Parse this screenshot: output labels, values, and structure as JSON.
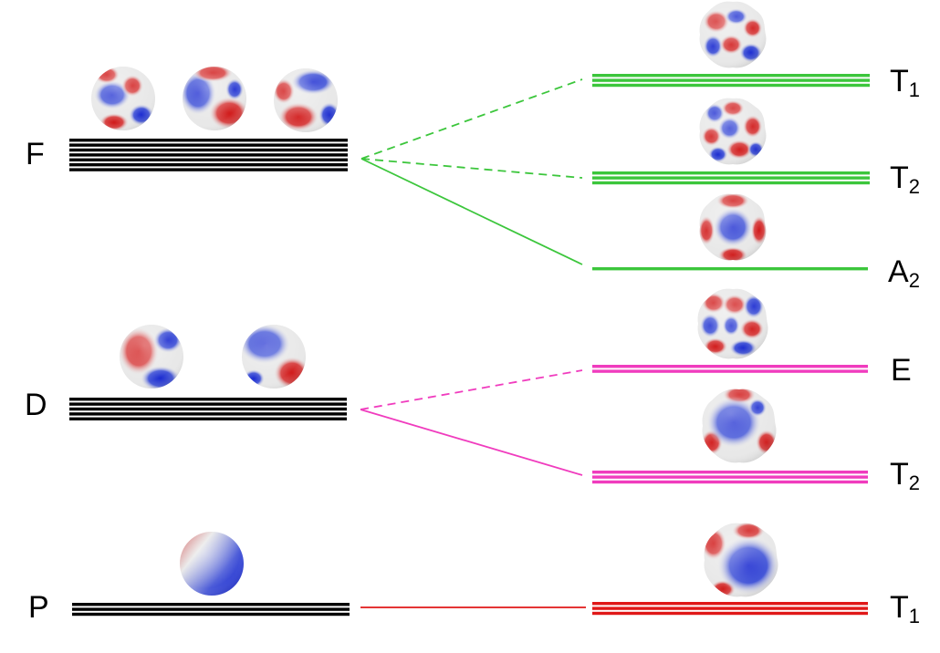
{
  "colors": {
    "levels_left": "#000000",
    "f_split": "#3cc63c",
    "d_split": "#f03cbe",
    "p_split": "#e01818",
    "lobe_pos": "#d01818",
    "lobe_neg": "#1a2ad0",
    "node": "#e8e8e8"
  },
  "left_labels": {
    "f": "F",
    "d": "D",
    "p": "P"
  },
  "right_labels": {
    "f_t1": {
      "main": "T",
      "sub": "1"
    },
    "f_t2": {
      "main": "T",
      "sub": "2"
    },
    "f_a2": {
      "main": "A",
      "sub": "2"
    },
    "d_e": {
      "main": "E",
      "sub": ""
    },
    "d_t2": {
      "main": "T",
      "sub": "2"
    },
    "p_t1": {
      "main": "T",
      "sub": "1"
    }
  },
  "levels": {
    "f": {
      "degeneracy": 7
    },
    "d": {
      "degeneracy": 5
    },
    "p": {
      "degeneracy": 3
    }
  },
  "split_levels": {
    "f_t1": {
      "degeneracy": 3
    },
    "f_t2": {
      "degeneracy": 3
    },
    "f_a2": {
      "degeneracy": 1
    },
    "d_e": {
      "degeneracy": 2
    },
    "d_t2": {
      "degeneracy": 3
    },
    "p_t1": {
      "degeneracy": 3
    }
  },
  "connectors": [
    {
      "from": "f",
      "to": "f_t1",
      "style": "dashed"
    },
    {
      "from": "f",
      "to": "f_t2",
      "style": "dashed"
    },
    {
      "from": "f",
      "to": "f_a2",
      "style": "solid"
    },
    {
      "from": "d",
      "to": "d_e",
      "style": "dashed"
    },
    {
      "from": "d",
      "to": "d_t2",
      "style": "solid"
    },
    {
      "from": "p",
      "to": "p_t1",
      "style": "solid"
    }
  ]
}
